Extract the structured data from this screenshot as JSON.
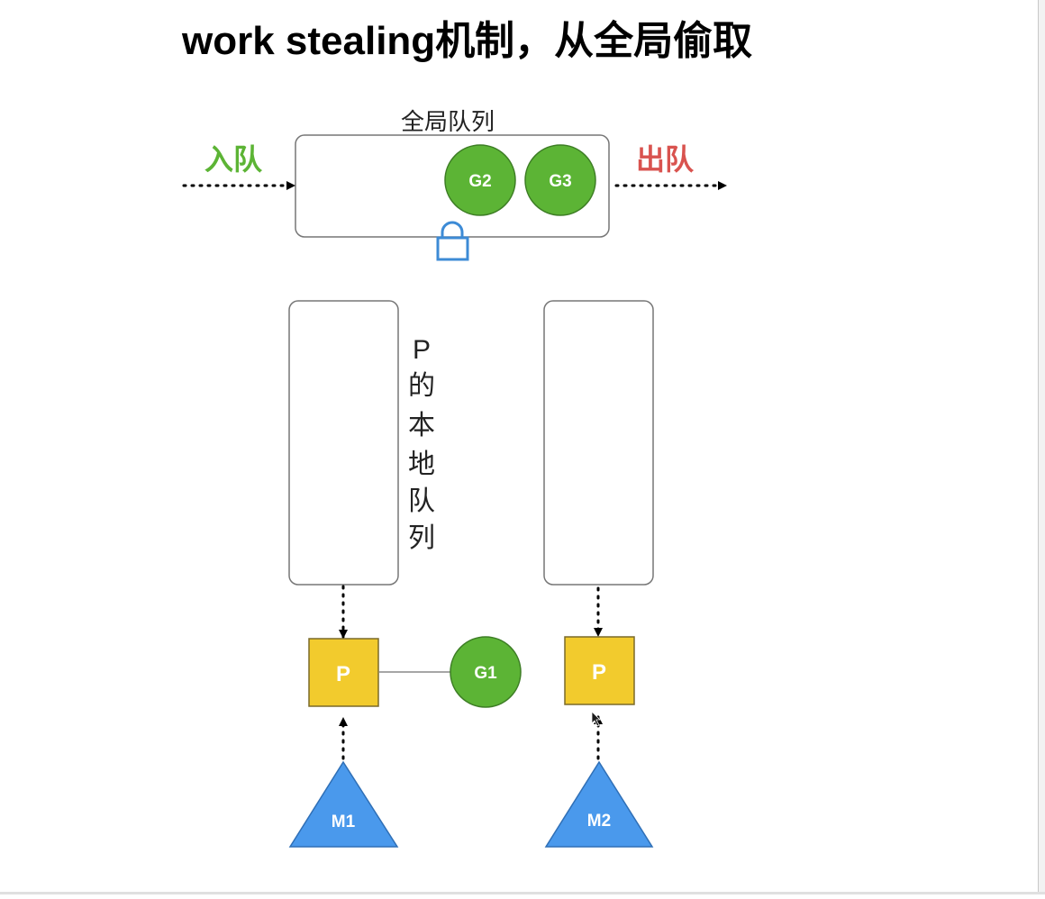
{
  "title": "work stealing机制，从全局偷取",
  "global_queue": {
    "label": "全局队列",
    "items": [
      "G2",
      "G3"
    ]
  },
  "enqueue_label": "入队",
  "dequeue_label": "出队",
  "local_queue_label": [
    "P",
    "的",
    "本",
    "地",
    "队",
    "列"
  ],
  "processors": [
    "P",
    "P"
  ],
  "running_goroutine": "G1",
  "machines": [
    "M1",
    "M2"
  ],
  "colors": {
    "goroutine": "#5cb435",
    "processor": "#f2cb2d",
    "machine": "#4a99ec",
    "enqueue": "#5cb435",
    "dequeue": "#d9534f",
    "lock": "#3d8bd6"
  },
  "icons": [
    "lock-icon",
    "mouse-cursor-icon"
  ]
}
